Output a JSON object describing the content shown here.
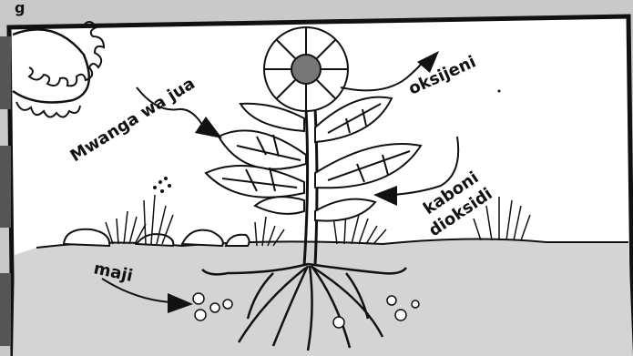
{
  "labels": {
    "top_fragment": "g",
    "sunlight": "Mwanga wa jua",
    "oxygen": "oksijeni",
    "carbon_dioxide_line1": "kaboni",
    "carbon_dioxide_line2": "dioksidi",
    "water": "maji"
  },
  "colors": {
    "background_frame": "#c9c9c9",
    "panel": "#ffffff",
    "soil": "#d4d4d4",
    "ink": "#111111"
  }
}
